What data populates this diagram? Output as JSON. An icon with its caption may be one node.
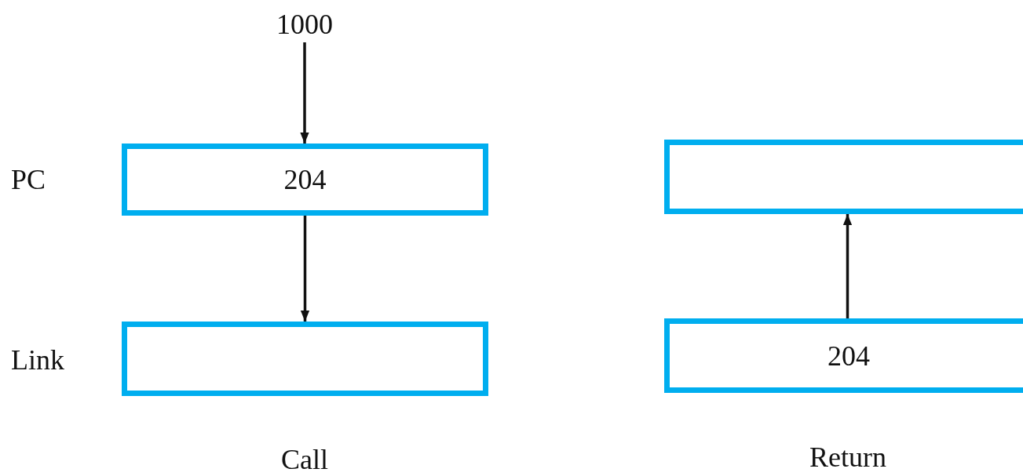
{
  "diagram": {
    "nodes": [
      {
        "text": [
          "1000"
        ]
      },
      {
        "text": [
          "204"
        ],
        "beside": [
          "PC"
        ]
      },
      {
        "text": [],
        "shape": "box",
        "beside": [
          "Link"
        ]
      },
      {
        "text": [],
        "shape": "box"
      },
      {
        "text": [
          "204"
        ]
      }
    ],
    "edges": [
      {
        "from": 0,
        "to": 1,
        "arrow": "to"
      },
      {
        "from": 1,
        "to": 2,
        "arrow": "to"
      },
      {
        "from": 4,
        "to": 3,
        "arrow": "to"
      }
    ],
    "labels": [
      "Call",
      "Return"
    ]
  }
}
